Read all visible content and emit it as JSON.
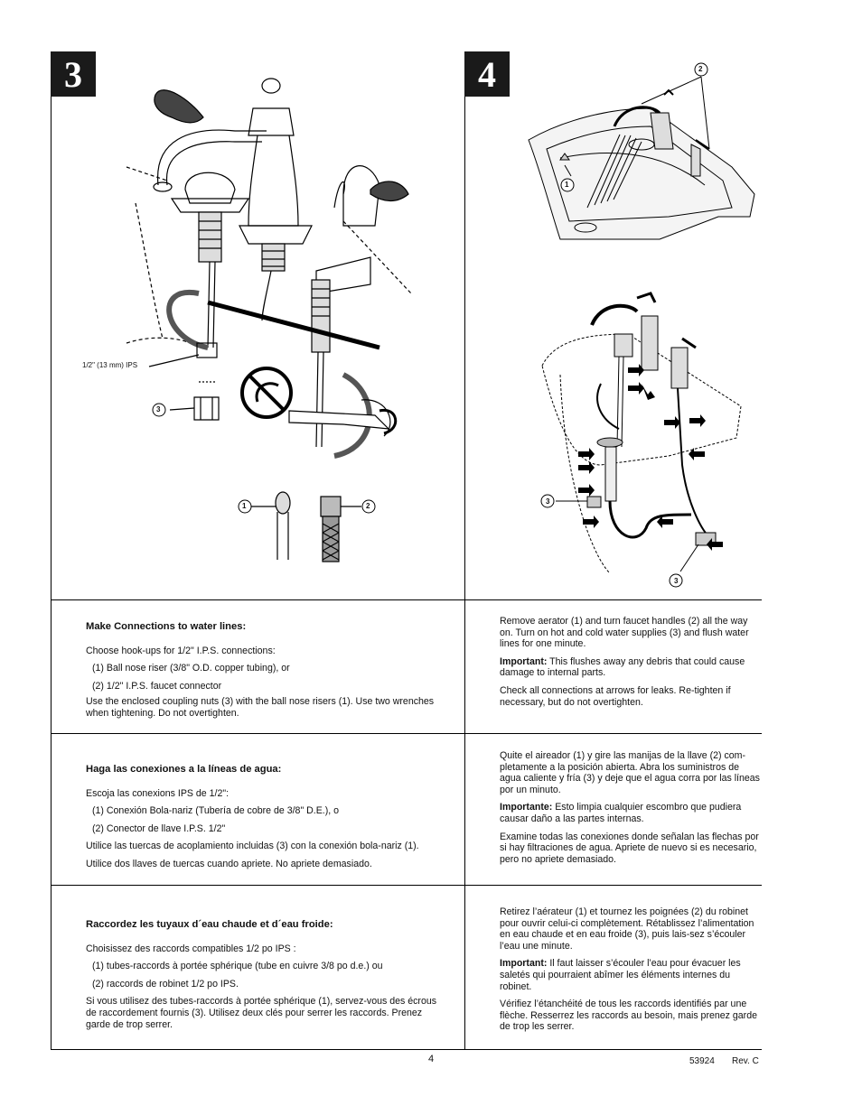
{
  "steps": {
    "left": "3",
    "right": "4"
  },
  "figure_left": {
    "ips_label": "1/2\" (13 mm) IPS",
    "callout_3": "3",
    "callout_1": "1",
    "callout_2": "2"
  },
  "figure_right": {
    "callout_top_2": "2",
    "callout_top_1": "1",
    "callout_bottom_3a": "3",
    "callout_bottom_3b": "3"
  },
  "english_left": {
    "title": "Make Connections to water lines:",
    "line1": "Choose hook-ups for 1/2\" I.P.S. connections:",
    "line2": "(1) Ball nose riser (3/8\" O.D. copper tubing), or",
    "line3": "(2) 1/2\" I.P.S. faucet connector",
    "para2": "Use the enclosed coupling nuts (3) with the ball nose risers (1). Use two wrenches when tightening. Do not overtighten."
  },
  "english_right": {
    "para1": "Remove aerator (1) and turn faucet handles (2) all the way on. Turn on hot and cold water supplies (3) and flush water lines for one minute.",
    "important_label": "Important:",
    "important_text": " This flushes away any debris that could cause damage to internal parts.",
    "para3": "Check all connections at arrows for leaks. Re-tighten if necessary, but do not overtighten."
  },
  "spanish_left": {
    "title": "Haga las conexiones a la líneas de agua:",
    "line1": "Escoja las conexions IPS de 1/2\":",
    "line2": "(1)  Conexión Bola-nariz (Tubería de cobre de 3/8\" D.E.), o",
    "line3": "(2)  Conector de llave I.P.S. 1/2\"",
    "line4": "Utilice las tuercas de acoplamiento incluidas (3) con la conexión bola-nariz (1).",
    "line5": "Utilice dos llaves de tuercas cuando apriete. No apriete demasiado."
  },
  "spanish_right": {
    "para1": "Quite el aireador (1) y gire las manijas de la llave (2) com-pletamente a la posición abierta. Abra los suministros de agua caliente y fría (3) y deje que el agua corra por las líneas por un minuto.",
    "important_label": "Importante:",
    "important_text": " Esto limpia cualquier escombro que pudiera causar daño a las partes internas.",
    "para3": "Examine todas las conexiones donde señalan las flechas por si hay filtraciones de agua. Apriete de nuevo si es necesario, pero no apriete demasiado."
  },
  "french_left": {
    "title": "Raccordez les tuyaux d´eau chaude et d´eau froide:",
    "line1": "Choisissez des raccords compatibles 1/2 po IPS :",
    "line2": "(1)  tubes-raccords à portée sphérique (tube en cuivre 3/8 po d.e.) ou",
    "line3": "(2)  raccords de robinet 1/2 po IPS.",
    "line4": "Si vous utilisez des tubes-raccords à portée sphérique (1), servez-vous des écrous de raccordement fournis (3). Utilisez deux clés pour serrer les raccords. Prenez garde de trop serrer."
  },
  "french_right": {
    "para1": "Retirez l’aérateur (1) et tournez les poignées (2) du robinet pour ouvrir celui-ci complètement. Rétablissez l’alimentation en eau chaude et en eau froide (3), puis lais-sez s’écouler l’eau une minute.",
    "important_label": "Important:",
    "important_text": " Il faut laisser s’écouler l’eau pour évacuer les saletés qui pourraient abîmer les éléments internes du robinet.",
    "para3": "Vérifiez l’étanchéité de tous les raccords identifiés par une flèche. Resserrez les raccords au besoin, mais prenez garde de trop les serrer."
  },
  "footer": {
    "page_number": "4",
    "doc_number": "53924",
    "revision": "Rev. C"
  }
}
